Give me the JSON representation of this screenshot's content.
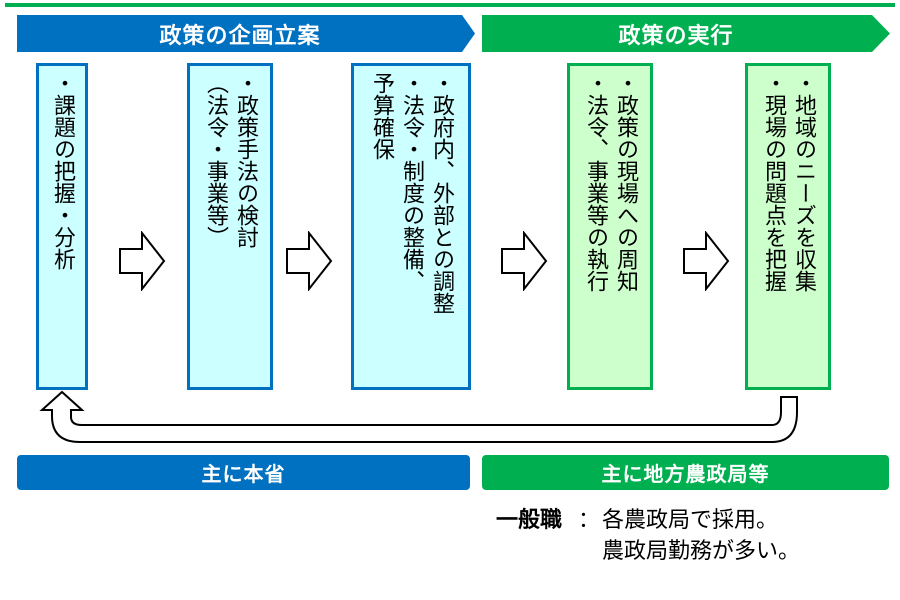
{
  "phases": {
    "planning": {
      "label": "政策の企画立案",
      "color": "#0070c0"
    },
    "execution": {
      "label": "政策の実行",
      "color": "#00b050"
    }
  },
  "steps": [
    {
      "phase": "planning",
      "text": "・\n課題の把握・分析"
    },
    {
      "phase": "planning",
      "text": "・\n政策手法の検討\n（法令・事業等）"
    },
    {
      "phase": "planning",
      "text": "・\n政府内、外部との調整\n・\n法令・制度の整備、\n予算確保"
    },
    {
      "phase": "execution",
      "text": "・\n政策の現場への周知\n・\n法令、事業等の執行"
    },
    {
      "phase": "execution",
      "text": "・\n地域のニーズを収集\n・\n現場の問題点を把握"
    }
  ],
  "step_columns": [
    [
      "・課題の把握・分析"
    ],
    [
      "・政策手法の検討",
      "（法令・事業等）"
    ],
    [
      "・政府内、外部との調整",
      "・法令・制度の整備、",
      "予算確保"
    ],
    [
      "・政策の現場への周知",
      "・法令、事業等の執行"
    ],
    [
      "・地域のニーズを収集",
      "・現場の問題点を把握"
    ]
  ],
  "departments": {
    "main": {
      "label": "主に本省",
      "color": "#0070c0"
    },
    "regional": {
      "label": "主に地方農政局等",
      "color": "#00b050"
    }
  },
  "note": {
    "label": "一般職",
    "separator": "：",
    "line1": "各農政局で採用。",
    "line2": "農政局勤務が多い。"
  },
  "icons": {
    "flow": "right-arrow-outline-icon",
    "loop": "u-turn-feedback-arrow-icon"
  },
  "colors": {
    "blue_box_fill": "#ccffff",
    "green_box_fill": "#ccffcc",
    "accent_line": "#00b050"
  }
}
